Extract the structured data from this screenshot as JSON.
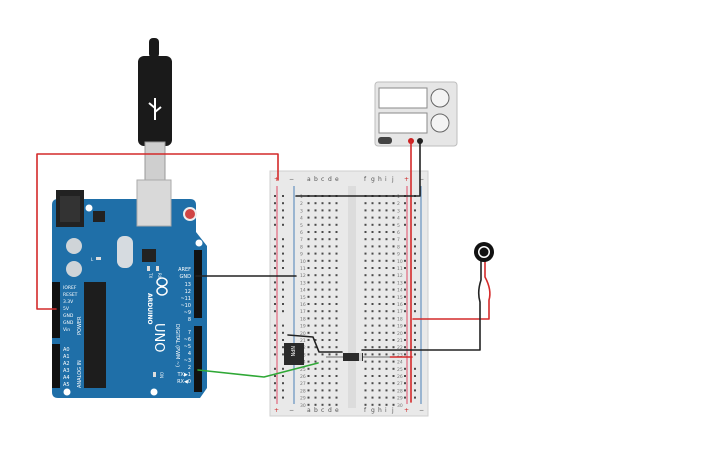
{
  "arduino": {
    "brand": "ARDUINO",
    "model": "UNO",
    "icon": "arduino-infinity-logo",
    "board_color": "#1f6fa8",
    "header_left_labels": [
      "IOREF",
      "RESET",
      "3.3V",
      "5V",
      "GND",
      "GND",
      "Vin"
    ],
    "power_label": "POWER",
    "analog_label": "ANALOG IN",
    "analog_pins": [
      "A0",
      "A1",
      "A2",
      "A3",
      "A4",
      "A5"
    ],
    "digital_top_labels": [
      "AREF",
      "GND",
      "13",
      "12",
      "~11",
      "~10",
      "~9",
      "8"
    ],
    "digital_bottom_labels": [
      "7",
      "~6",
      "~5",
      "4",
      "~3",
      "2",
      "TX▶1",
      "RX◀0"
    ],
    "digital_label": "DIGITAL (PWM ~)",
    "led_labels": [
      "TX",
      "RX",
      "L"
    ],
    "on_label": "ON"
  },
  "usb": {
    "icon": "usb-icon"
  },
  "power_supply": {
    "icon_knob_1": "knob-icon",
    "icon_knob_2": "knob-icon"
  },
  "breadboard": {
    "columns_left": [
      "a",
      "b",
      "c",
      "d",
      "e"
    ],
    "columns_right": [
      "f",
      "g",
      "h",
      "i",
      "j"
    ],
    "rail_plus": "+",
    "rail_minus": "−",
    "row_numbers": [
      "1",
      "2",
      "3",
      "4",
      "5",
      "6",
      "7",
      "8",
      "9",
      "10",
      "11",
      "12",
      "13",
      "14",
      "15",
      "16",
      "17",
      "18",
      "19",
      "20",
      "21",
      "22",
      "23",
      "24",
      "25",
      "26",
      "27",
      "28",
      "29",
      "30"
    ]
  },
  "transistor": {
    "label": "NPN"
  },
  "motor": {
    "icon": "vibration-motor-icon"
  },
  "colors": {
    "wire_red": "#d42a2a",
    "wire_black": "#222222",
    "wire_green": "#2fa836",
    "breadboard": "#ececec",
    "usb_cable": "#1a1a1a"
  }
}
